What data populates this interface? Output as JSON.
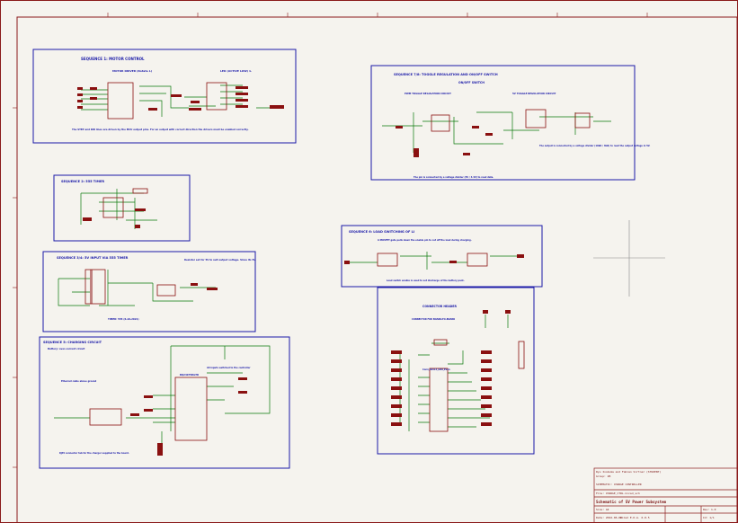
{
  "sections": {
    "motor": {
      "title": "SEQUENCE 1: MOTOR CONTROL",
      "sub1": "MOTOR DRIVER (Rotate L)",
      "sub2": "LED (ACTIVE LOW) 1.",
      "note": "The STEP and DIR lines are driven by the MCU output pins. For an output with correct direction the drivers must be enabled correctly.",
      "colors": {
        "frame": "#1a1aa8"
      }
    },
    "timer": {
      "title": "SEQUENCE 2: 555 TIMER"
    },
    "sense": {
      "title": "SEQUENCE 3/4: 5V INPUT VIA 555 TIMER",
      "note": "Resistor set for 5V to suit output voltage. Since its 5V",
      "part": "TIMER: 555 (6-10-2021)"
    },
    "charge": {
      "title": "SEQUENCE 5: CHARGING CIRCUIT",
      "sub": "Battery: over-current circuit",
      "note1": "Ethernet cable above ground",
      "note2": "RJ45 connector tab for the charger supplied to the board.",
      "ic": "BQ24075RGTR",
      "right": "All inputs switched to the controller"
    },
    "pwm": {
      "title": "SEQUENCE 7/8: TOGGLE REGULATION AND ON/OFF SWITCH",
      "sub": "ON/OFF SWITCH",
      "note1": "The output is connected by a voltage divider (10kΩ / 4kΩ) to read the output voltage in 5V.",
      "note2": "The pin is connected by a voltage divider (5V / 3.3V) to read data.",
      "left": "PWM TOGGLE REGULATION CIRCUIT",
      "right": "5V TOGGLE REGULATION CIRCUIT"
    },
    "load": {
      "title": "SEQUENCE 6: LOAD SWITCHING OF LI",
      "sub": "A MOSFET gate pulls down the enable pin to cut off the load during charging.",
      "note": "Load switch enable is used to set discharge of the battery pack."
    },
    "conn": {
      "title": "CONNECTOR HEADER",
      "sub": "CONNECTOR FOR BOARD-TO-BOARD",
      "header": "Conn_02x13_Odd_Even"
    }
  },
  "title_block": {
    "authors": "Ryu Inokuma and Fabian Sirtner (STUDENT)",
    "group": "Group: 2B",
    "sheet": "SCHEMATIC: CHARGE CONTROLLER",
    "file": "File: CHARGE_CTRL.kicad_sch",
    "title": "Schematic of 5V Power Subsystem",
    "size": "Size: A4",
    "date": "Date: 2022-06-02",
    "kicad": "KiCad E.D.A. 6.0.5",
    "rev": "Rev: 1.0",
    "id": "Id: 1/1"
  },
  "colors": {
    "frame": "#8a1a1a",
    "box": "#1a1aa8",
    "wire": "#0a7a0a",
    "part": "#8a1010",
    "text": "#1a1aa8"
  }
}
